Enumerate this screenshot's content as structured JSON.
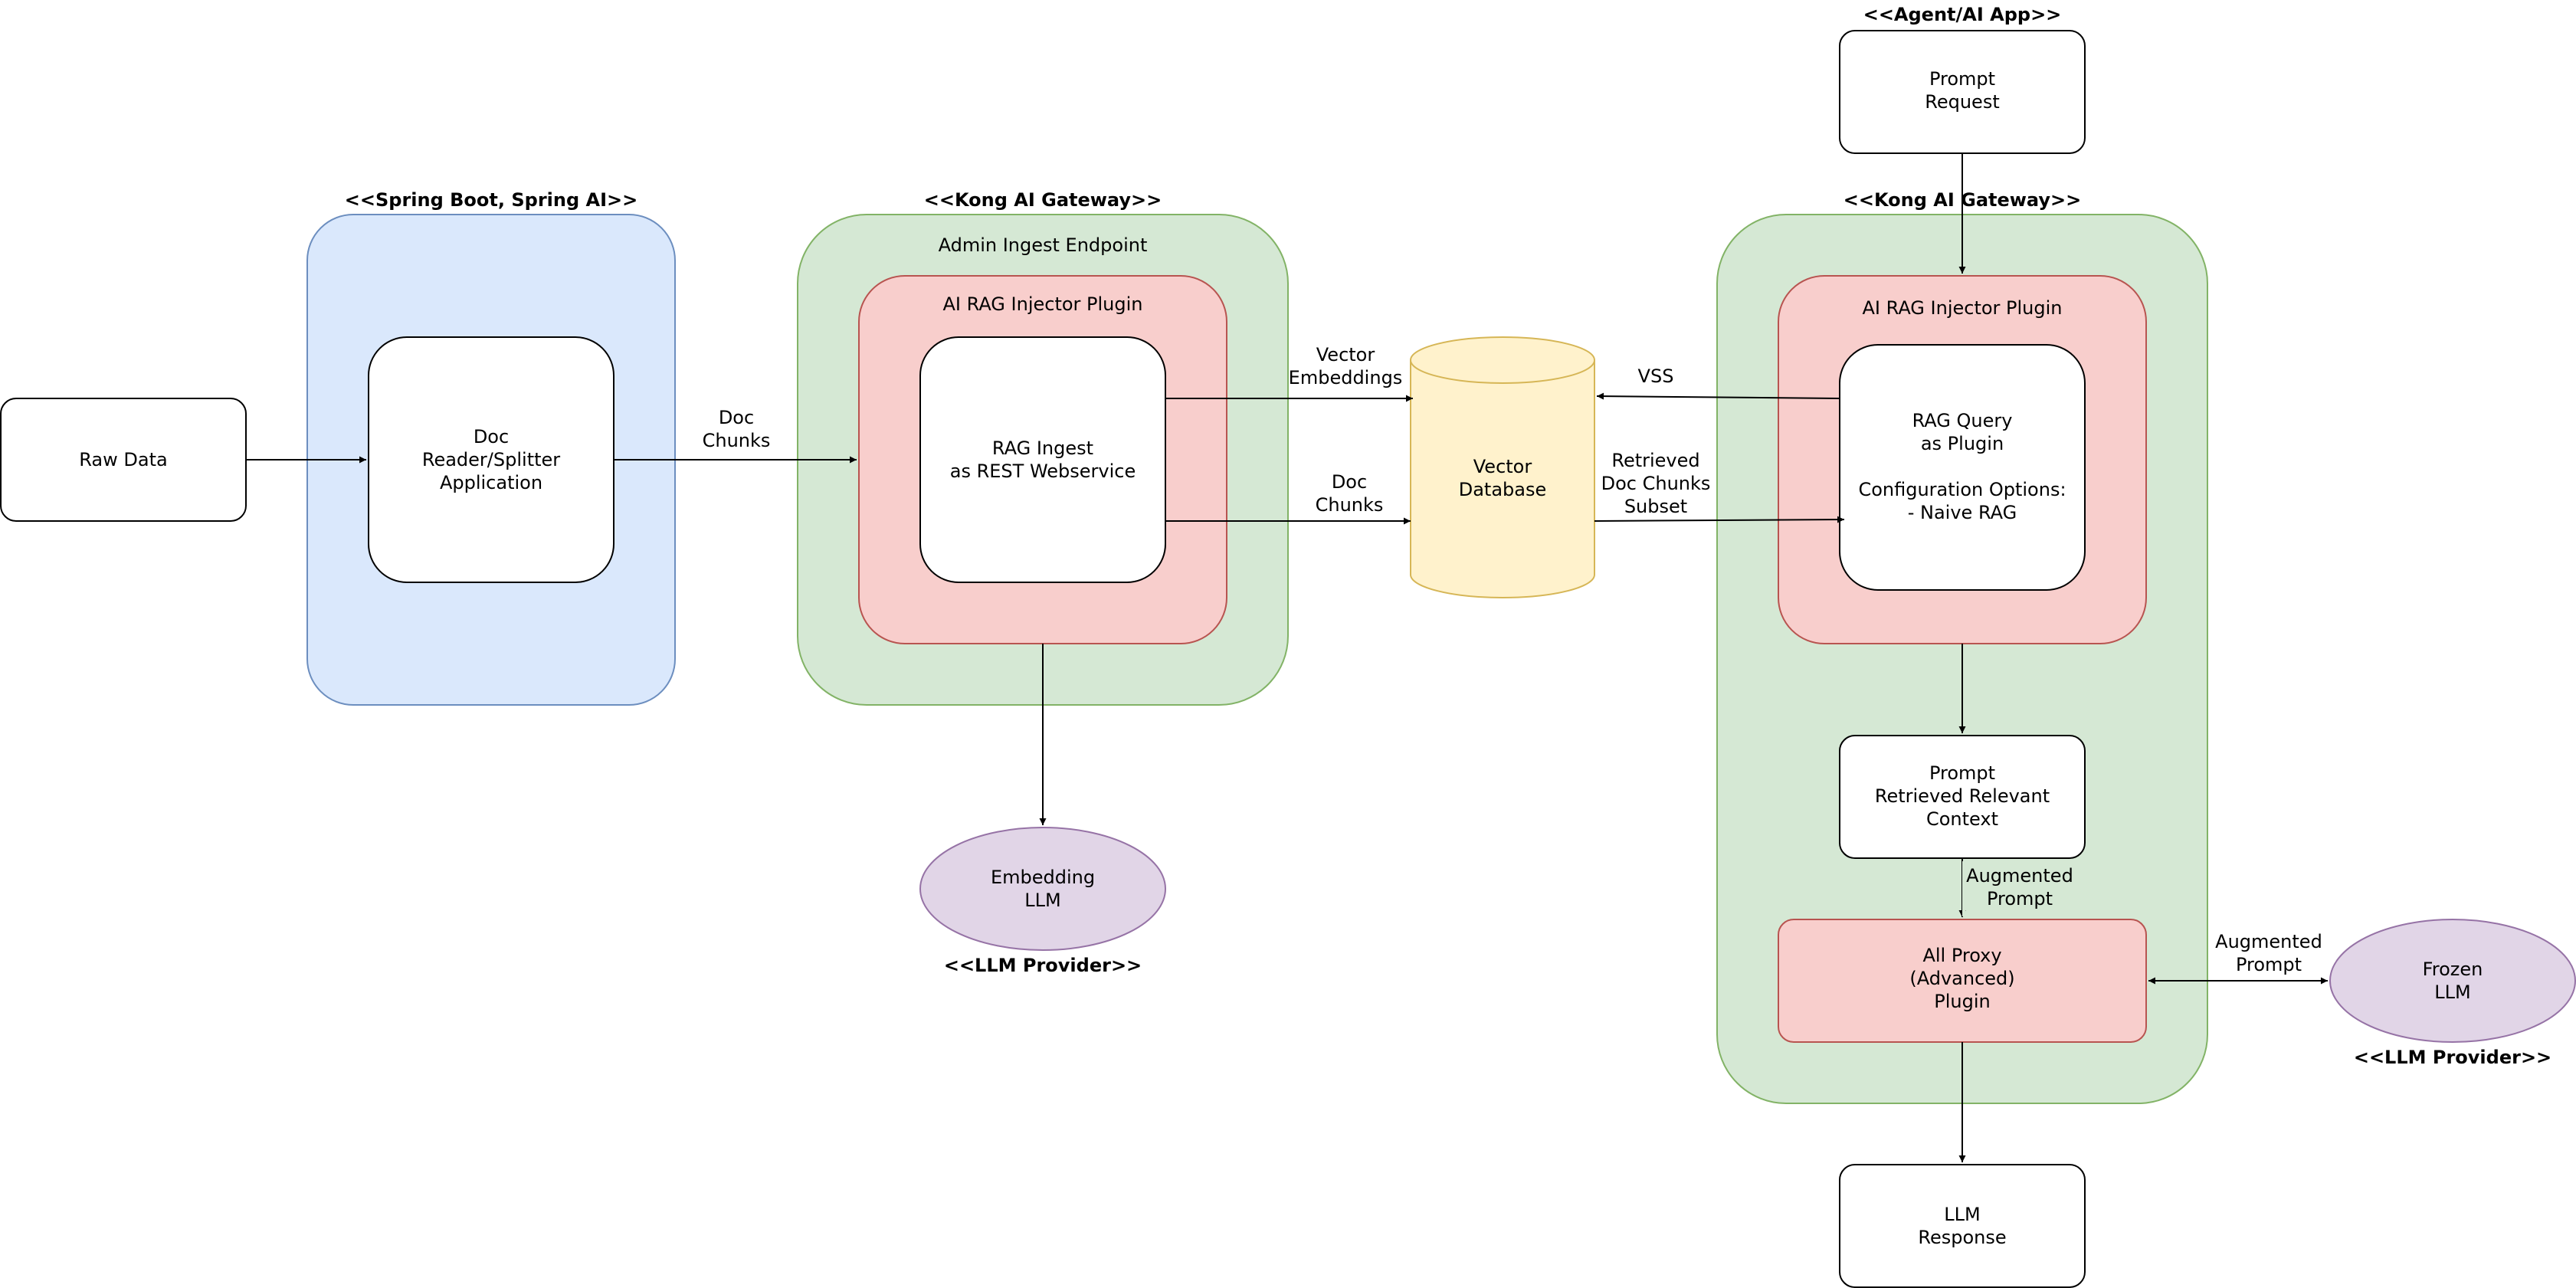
{
  "left": {
    "stereotype": "<<Spring Boot, Spring AI>>",
    "raw_data": "Raw Data",
    "doc_app": [
      "Doc",
      "Reader/Splitter",
      "Application"
    ],
    "doc_chunks_edge": [
      "Doc",
      "Chunks"
    ]
  },
  "ingest": {
    "stereotype": "<<Kong AI Gateway>>",
    "endpoint_title": "Admin Ingest Endpoint",
    "plugin_title": "AI RAG Injector Plugin",
    "rag_ingest": [
      "RAG Ingest",
      "as REST Webservice"
    ],
    "vector_embeddings_edge": [
      "Vector",
      "Embeddings"
    ],
    "doc_chunks_edge": [
      "Doc",
      "Chunks"
    ],
    "embedding_llm": [
      "Embedding",
      "LLM"
    ],
    "llm_provider": "<<LLM Provider>>"
  },
  "vector_db": {
    "label": [
      "Vector",
      "Database"
    ],
    "vss_edge": "VSS",
    "retrieved_edge": [
      "Retrieved",
      "Doc Chunks",
      "Subset"
    ]
  },
  "query": {
    "agent_stereotype": "<<Agent/AI App>>",
    "prompt_request": [
      "Prompt",
      "Request"
    ],
    "stereotype": "<<Kong AI Gateway>>",
    "plugin_title": "AI RAG Injector Plugin",
    "rag_query": [
      "RAG Query",
      "as Plugin",
      "",
      "Configuration Options:",
      "- Naive RAG"
    ],
    "prompt_context": [
      "Prompt",
      "Retrieved Relevant",
      "Context"
    ],
    "augmented_prompt_edge": [
      "Augmented",
      "Prompt"
    ],
    "ai_proxy": [
      "All Proxy",
      "(Advanced)",
      "Plugin"
    ],
    "augmented_prompt_edge2": [
      "Augmented",
      "Prompt"
    ],
    "frozen_llm": [
      "Frozen",
      "LLM"
    ],
    "llm_provider": "<<LLM Provider>>",
    "llm_response": [
      "LLM",
      "Response"
    ]
  },
  "colors": {
    "spring_fill": "#dae8fc",
    "spring_stroke": "#6c8ebf",
    "gateway_fill": "#d5e8d4",
    "gateway_stroke": "#82b366",
    "plugin_fill": "#f8cecc",
    "plugin_stroke": "#b85450",
    "db_fill": "#fff2cc",
    "db_stroke": "#d6b656",
    "llm_fill": "#e1d5e7",
    "llm_stroke": "#9673a6"
  }
}
